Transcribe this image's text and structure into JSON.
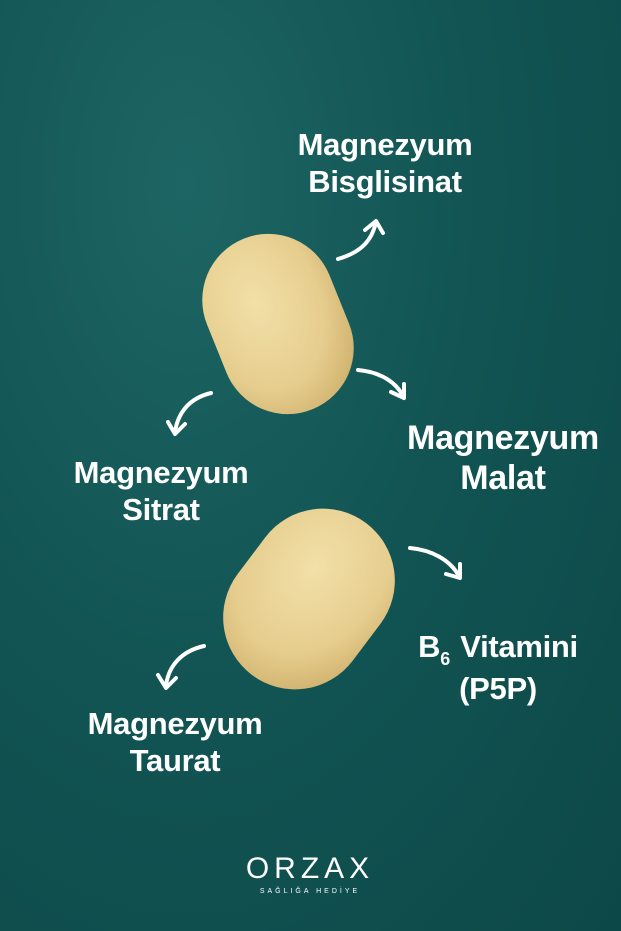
{
  "labels": {
    "bisglisinat": [
      "Magnezyum",
      "Bisglisinat"
    ],
    "malat": [
      "Magnezyum",
      "Malat"
    ],
    "sitrat": [
      "Magnezyum",
      "Sitrat"
    ],
    "b6": {
      "base": "B",
      "sub": "6",
      "rest": "Vitamini",
      "line2": "(P5P)"
    },
    "taurat": [
      "Magnezyum",
      "Taurat"
    ]
  },
  "logo": {
    "word": "ORZAX",
    "tagline": "SAĞLIĞA HEDİYE"
  },
  "colors": {
    "background": "#125554",
    "pill": "#e9d193",
    "text": "#ffffff"
  }
}
